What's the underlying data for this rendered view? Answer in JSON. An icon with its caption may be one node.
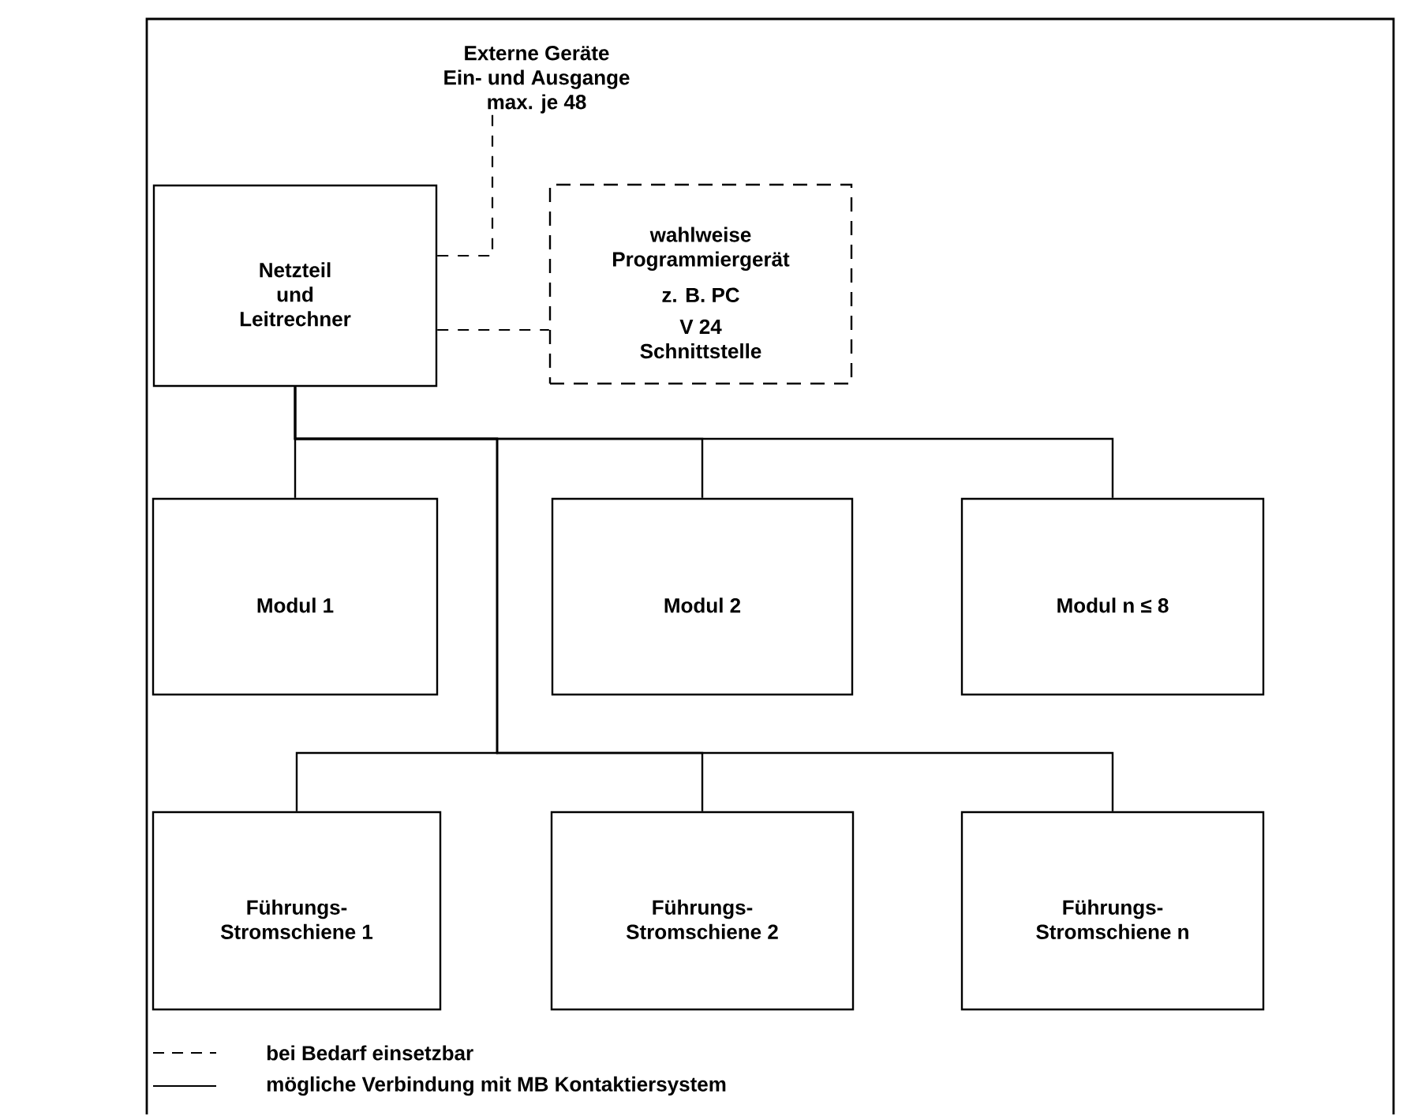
{
  "diagram": {
    "nodes": [
      {
        "text": [
          "Externe Geräte Ein- und Ausgange max. je 48"
        ]
      },
      {
        "text": [
          "Netzteil und Leitrechner"
        ]
      },
      {
        "text": [
          "wahlweise Programmiergerät",
          "z. B. PC",
          "V 24 Schnittstelle"
        ]
      },
      {
        "text": [
          "Modul 1"
        ]
      },
      {
        "text": [
          "Modul 2"
        ]
      },
      {
        "text": [
          "Modul n ≤ 8"
        ]
      },
      {
        "text": [
          "Führungs-Stromschiene 1"
        ]
      },
      {
        "text": [
          "Führungs-Stromschiene 2"
        ]
      },
      {
        "text": [
          "Führungs-Stromschiene n"
        ]
      }
    ],
    "edges": [
      {
        "from": 1,
        "to": 0,
        "arrow": "none",
        "style": "dashed"
      },
      {
        "from": 1,
        "to": 2,
        "arrow": "none",
        "style": "dashed"
      },
      {
        "from": 1,
        "to": 3,
        "arrow": "none"
      },
      {
        "from": 1,
        "to": 4,
        "arrow": "none"
      },
      {
        "from": 1,
        "to": 5,
        "arrow": "none"
      },
      {
        "from": 1,
        "to": 6,
        "arrow": "none"
      },
      {
        "from": 1,
        "to": 7,
        "arrow": "none"
      },
      {
        "from": 1,
        "to": 8,
        "arrow": "none"
      }
    ],
    "legend": [
      {
        "text": "bei Bedarf einsetzbar"
      },
      {
        "text": "mögliche Verbindung mit MB Kontaktiersystem"
      }
    ]
  }
}
